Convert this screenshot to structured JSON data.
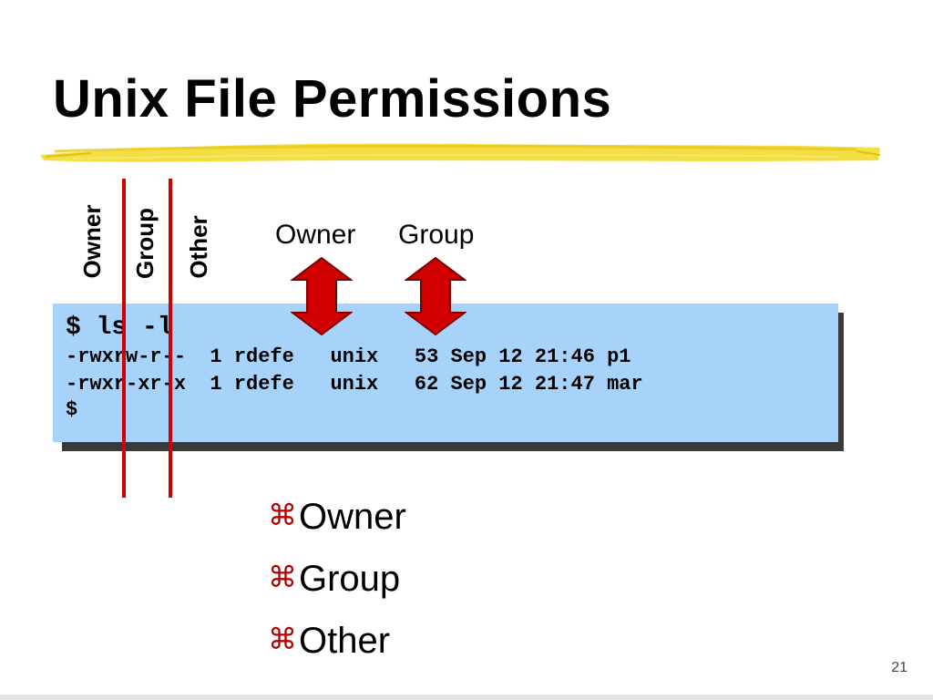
{
  "title": "Unix File Permissions",
  "vertical_labels": {
    "owner": "Owner",
    "group": "Group",
    "other": "Other"
  },
  "column_labels": {
    "owner": "Owner",
    "group": "Group"
  },
  "terminal": {
    "prompt": "$ ls -l",
    "lines": [
      "-rwxrw-r--  1 rdefe   unix   53 Sep 12 21:46 p1",
      "-rwxr-xr-x  1 rdefe   unix   62 Sep 12 21:47 mar"
    ],
    "end_prompt": "$"
  },
  "bullets": [
    "Owner",
    "Group",
    "Other"
  ],
  "bullet_glyph": "⌘",
  "page_number": "21",
  "colors": {
    "highlighter": "#f2dc3a",
    "terminal_bg": "#a7d3fa",
    "marker_lines": "#d00000",
    "arrows": "#d00000"
  }
}
